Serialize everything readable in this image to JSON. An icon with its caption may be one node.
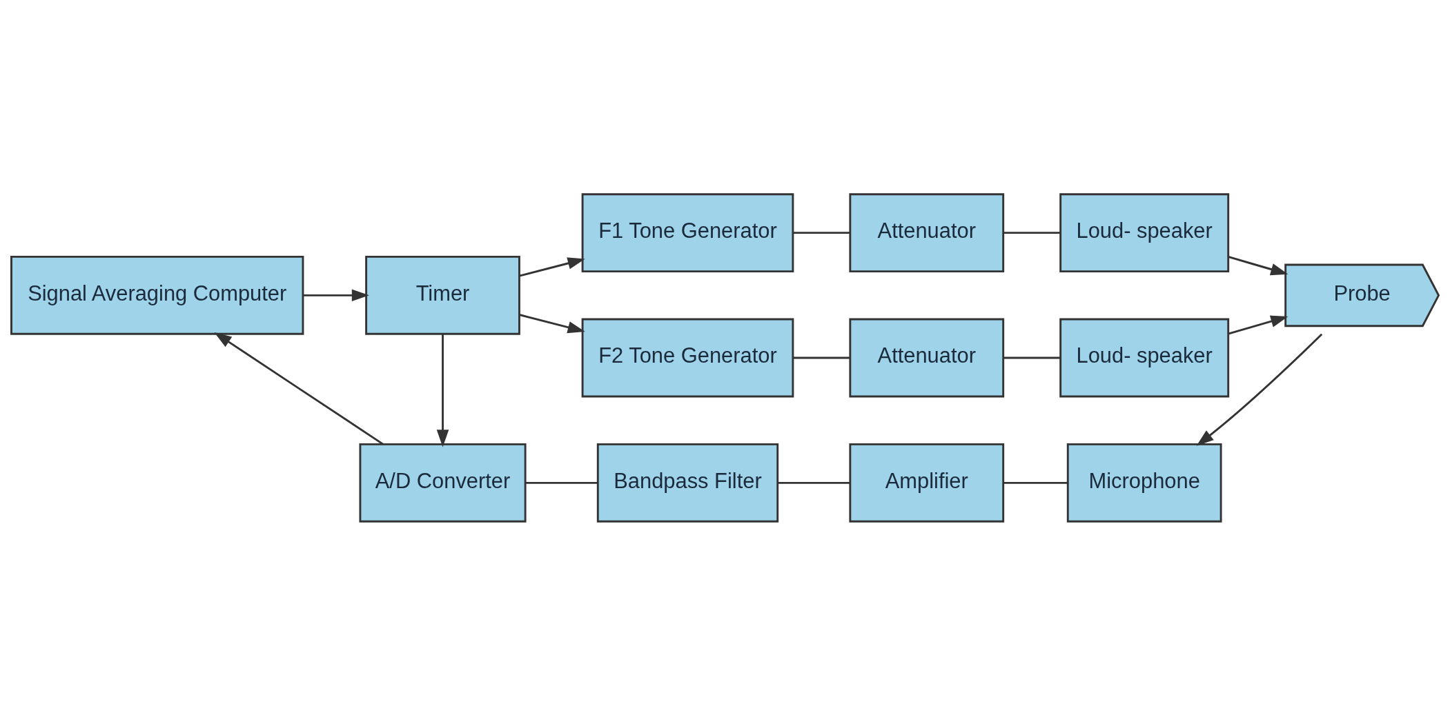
{
  "diagram": {
    "nodes": [
      {
        "text": [
          "Signal Averaging Computer"
        ]
      },
      {
        "text": [
          "A/D Converter"
        ]
      },
      {
        "text": [
          "Bandpass Filter"
        ]
      },
      {
        "text": [
          "Amplifier"
        ]
      },
      {
        "text": [
          "Microphone"
        ]
      },
      {
        "text": [
          "Timer"
        ]
      },
      {
        "text": [
          "F1 Tone Generator"
        ]
      },
      {
        "text": [
          "Attenuator"
        ]
      },
      {
        "text": [
          "Loud- speaker"
        ]
      },
      {
        "text": [
          "F2 Tone Generator"
        ]
      },
      {
        "text": [
          "Attenuator"
        ]
      },
      {
        "text": [
          "Loud- speaker"
        ]
      },
      {
        "text": [
          "Probe"
        ]
      }
    ],
    "edges": [
      {
        "from": 12,
        "to": 4,
        "arrow": "to"
      },
      {
        "from": 1,
        "to": 2,
        "arrow": "none"
      },
      {
        "from": 2,
        "to": 3,
        "arrow": "none"
      },
      {
        "from": 3,
        "to": 4,
        "arrow": "none"
      },
      {
        "from": 1,
        "to": 0,
        "arrow": "to"
      },
      {
        "from": 0,
        "to": 5,
        "arrow": "to"
      },
      {
        "from": 5,
        "to": 1,
        "arrow": "to"
      },
      {
        "from": 5,
        "to": 6,
        "arrow": "to"
      },
      {
        "from": 5,
        "to": 9,
        "arrow": "to"
      },
      {
        "from": 6,
        "to": 7,
        "arrow": "none"
      },
      {
        "from": 7,
        "to": 8,
        "arrow": "none"
      },
      {
        "from": 9,
        "to": 10,
        "arrow": "none"
      },
      {
        "from": 10,
        "to": 11,
        "arrow": "none"
      },
      {
        "from": 8,
        "to": 12,
        "arrow": "to"
      },
      {
        "from": 11,
        "to": 12,
        "arrow": "to"
      }
    ]
  }
}
